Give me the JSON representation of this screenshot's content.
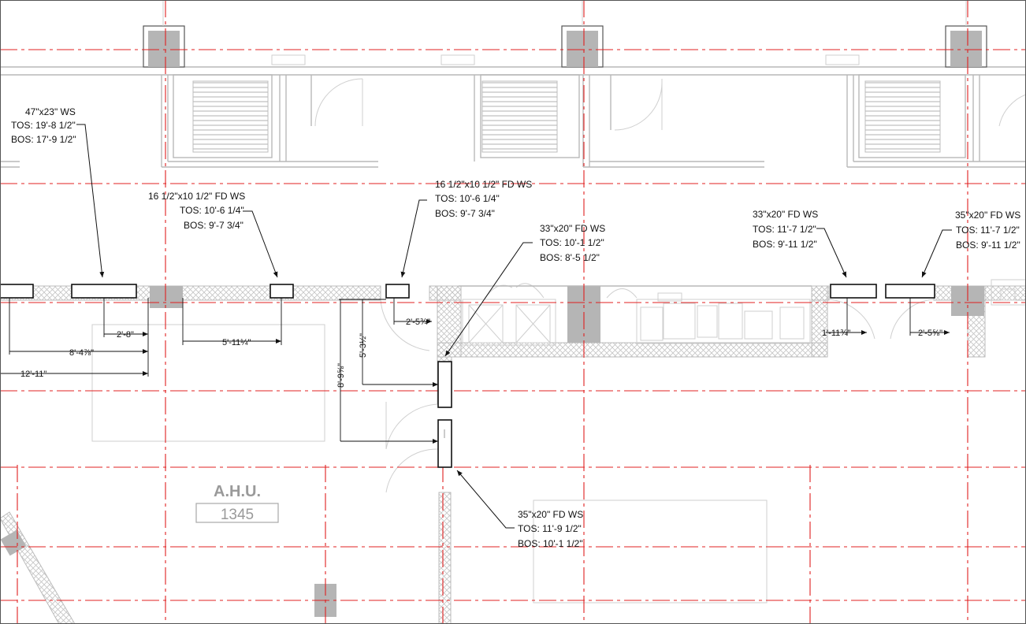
{
  "notes": [
    {
      "size": "47\"x23\" WS",
      "tos": "TOS: 19'-8 1/2\"",
      "bos": "BOS: 17'-9 1/2\""
    },
    {
      "size": "16 1/2\"x10 1/2\" FD WS",
      "tos": "TOS: 10'-6 1/4\"",
      "bos": "BOS: 9'-7 3/4\""
    },
    {
      "size": "16 1/2\"x10 1/2\" FD WS",
      "tos": "TOS: 10'-6 1/4\"",
      "bos": "BOS: 9'-7 3/4\""
    },
    {
      "size": "33\"x20\" FD WS",
      "tos": "TOS: 10'-1 1/2\"",
      "bos": "BOS: 8'-5 1/2\""
    },
    {
      "size": "33\"x20\" FD WS",
      "tos": "TOS: 11'-7 1/2\"",
      "bos": "BOS: 9'-11 1/2\""
    },
    {
      "size": "35\"x20\" FD WS",
      "tos": "TOS: 11'-7 1/2\"",
      "bos": "BOS: 9'-11 1/2\""
    },
    {
      "size": "35\"x20\" FD WS",
      "tos": "TOS: 11'-9 1/2\"",
      "bos": "BOS: 10'-1 1/2\""
    }
  ],
  "dimensions": {
    "d1": "2'-8\"",
    "d2": "8'-4⅞\"",
    "d3": "12'-11\"",
    "d4": "5'-11¼\"",
    "d5": "2'-5¾\"",
    "d6": "5'-3½\"",
    "d7": "8'-9⅝\"",
    "d8": "1'-11¾\"",
    "d9": "2'-5⅝\""
  },
  "room": {
    "name": "A.H.U.",
    "number": "1345"
  },
  "colors": {
    "grid": "#e02020",
    "walls": "#b8b8b8",
    "annotation": "#111111",
    "room_tag": "#9a9a9a"
  }
}
